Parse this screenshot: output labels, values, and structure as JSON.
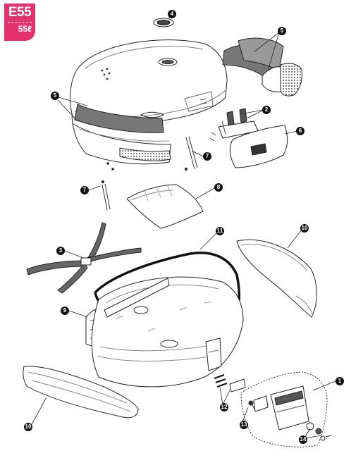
{
  "badge": {
    "model": "E55",
    "capacity": "55ℓ",
    "color": "#e5326f"
  },
  "callouts": [
    {
      "id": "c4a",
      "label": "4"
    },
    {
      "id": "c5a",
      "label": "5"
    },
    {
      "id": "c5b",
      "label": "5"
    },
    {
      "id": "c2",
      "label": "2"
    },
    {
      "id": "c6",
      "label": "6"
    },
    {
      "id": "c7a",
      "label": "7"
    },
    {
      "id": "c7b",
      "label": "7"
    },
    {
      "id": "c8",
      "label": "8"
    },
    {
      "id": "c11",
      "label": "11"
    },
    {
      "id": "c10a",
      "label": "10"
    },
    {
      "id": "c3",
      "label": "3"
    },
    {
      "id": "c9",
      "label": "9"
    },
    {
      "id": "c10b",
      "label": "10"
    },
    {
      "id": "c1",
      "label": "1"
    },
    {
      "id": "c12",
      "label": "12"
    },
    {
      "id": "c13",
      "label": "13"
    },
    {
      "id": "c14",
      "label": "14"
    }
  ],
  "parts": [
    {
      "part_number": "1",
      "icon": "lock-plate-assembly"
    },
    {
      "part_number": "2",
      "icon": "hinge-clips"
    },
    {
      "part_number": "3",
      "icon": "strap"
    },
    {
      "part_number": "4",
      "icon": "logo-badge"
    },
    {
      "part_number": "5",
      "icon": "reflector-panel"
    },
    {
      "part_number": "6",
      "icon": "rear-trim"
    },
    {
      "part_number": "7",
      "icon": "support-arm"
    },
    {
      "part_number": "8",
      "icon": "inner-panel"
    },
    {
      "part_number": "9",
      "icon": "side-bracket"
    },
    {
      "part_number": "10",
      "icon": "side-cover"
    },
    {
      "part_number": "11",
      "icon": "seal-gasket"
    },
    {
      "part_number": "12",
      "icon": "pins"
    },
    {
      "part_number": "13",
      "icon": "screw"
    },
    {
      "part_number": "14",
      "icon": "key-cylinder"
    }
  ]
}
